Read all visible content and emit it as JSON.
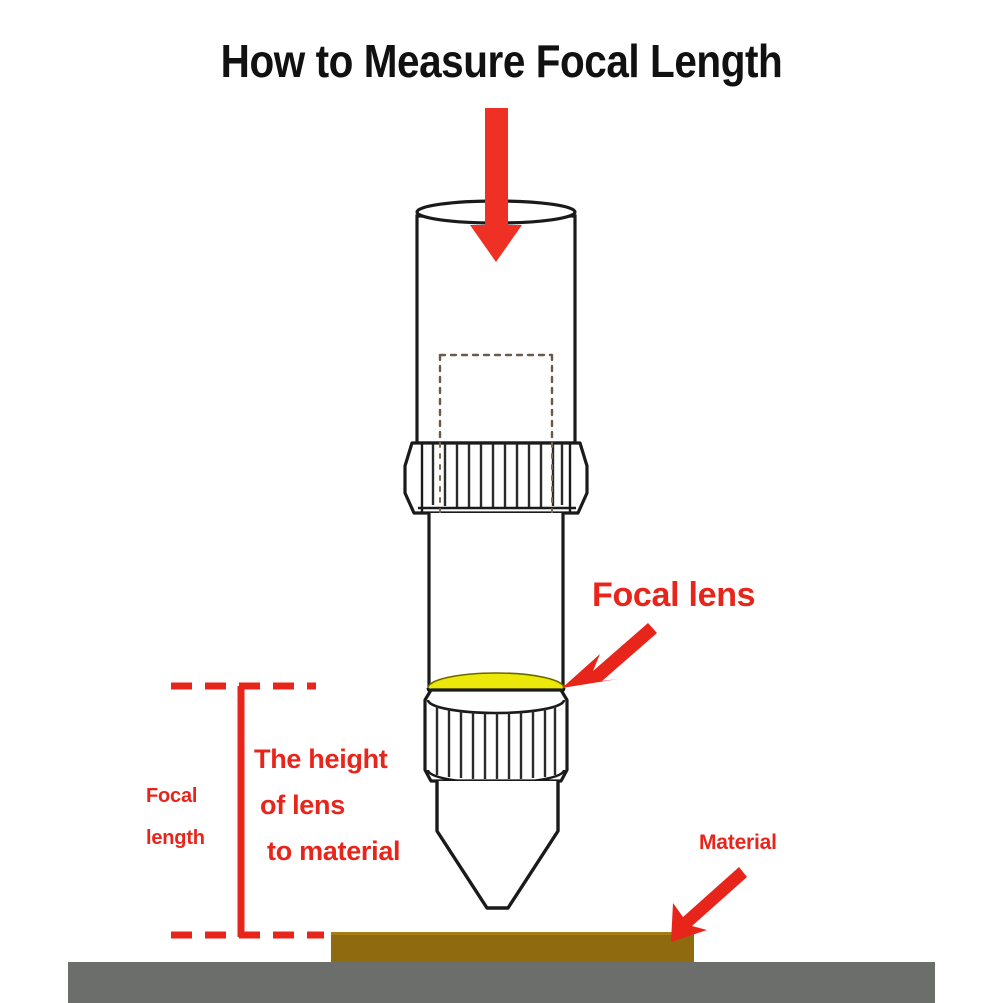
{
  "page": {
    "title": "How to Measure Focal Length",
    "background_color": "#ffffff"
  },
  "colors": {
    "red": "#e8251b",
    "beam_red": "#ee3124",
    "lens_yellow": "#ece80a",
    "lens_yellow_dark": "#d6d200",
    "material_brown": "#8f6a0e",
    "material_brown_top": "#a07a18",
    "base_gray": "#6b6e6b",
    "outline_black": "#1a1a1a",
    "body_white": "#ffffff",
    "title_black": "#111111"
  },
  "annotations": {
    "focal_lens": {
      "label": "Focal lens",
      "arrow": "arrow-down-left-icon"
    },
    "material": {
      "label": "Material",
      "arrow": "arrow-down-left-icon"
    },
    "focal_length": {
      "line1": "Focal",
      "line2": "length"
    },
    "height_of_lens": {
      "line1": "The height",
      "line2": "of lens",
      "line3": "to material"
    },
    "beam": {
      "name": "laser-beam-arrow",
      "direction": "down"
    }
  },
  "parts": {
    "laser_head_tube_upper": "upper-tube-barrel",
    "knurled_collar_upper": "upper-knurled-collar",
    "laser_head_tube_lower": "lower-tube-barrel",
    "focal_lens": "focal-lens-element",
    "knurled_collar_lower": "lower-knurled-collar",
    "nozzle_cone": "nozzle-cone-tip",
    "material_bar": "workpiece-material",
    "base_slab": "machine-bed-base"
  },
  "measurement": {
    "name": "focal-length-dimension",
    "top_guide": "dashed-guide-line-top",
    "bottom_guide": "dashed-guide-line-bottom",
    "dimension_line": "vertical-dimension-line"
  }
}
